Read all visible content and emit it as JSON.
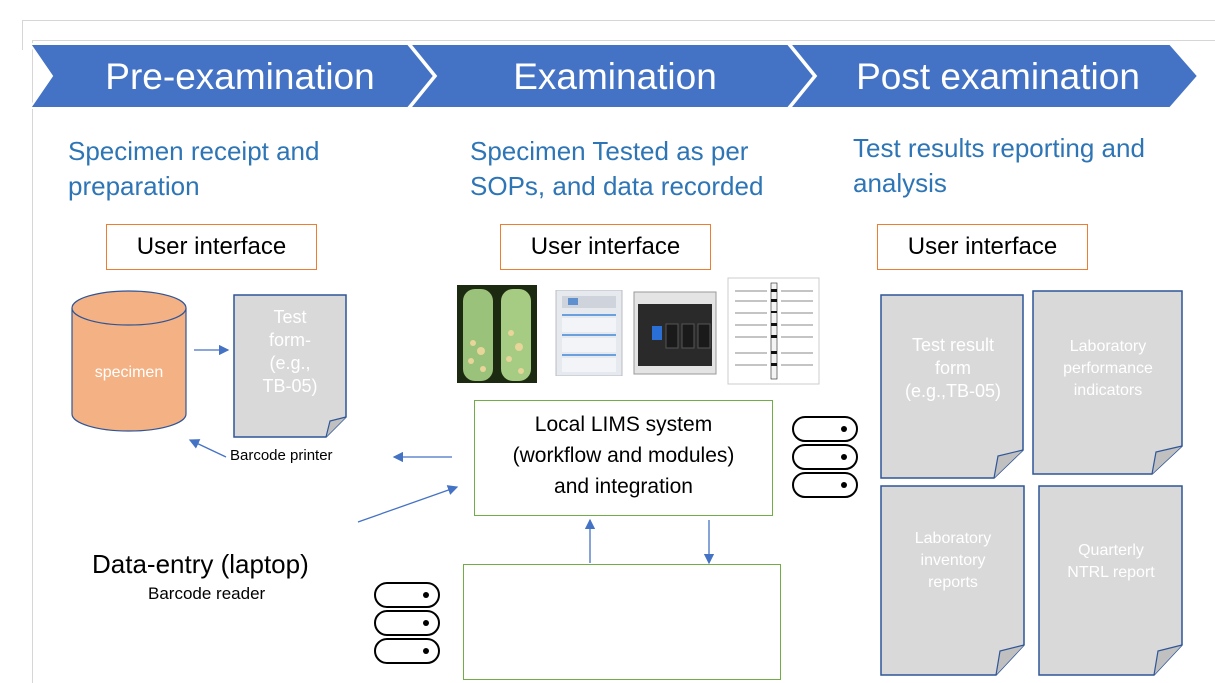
{
  "stages": [
    "Pre-examination",
    "Examination",
    "Post examination"
  ],
  "stage_titles": {
    "pre": [
      "Specimen receipt and",
      "preparation"
    ],
    "exam": [
      "Specimen Tested as per",
      "SOPs, and data recorded"
    ],
    "post": [
      "Test results reporting and",
      "analysis"
    ]
  },
  "user_interface_label": "User interface",
  "specimen_label": "specimen",
  "test_form": [
    "Test",
    "form-",
    "(e.g.,",
    "TB-05)"
  ],
  "barcode_printer": "Barcode printer",
  "data_entry": "Data-entry (laptop)",
  "barcode_reader": "Barcode reader",
  "lims": [
    "Local LIMS system",
    "(workflow and modules)",
    "and integration"
  ],
  "post_docs": {
    "test_result": [
      "Test result",
      "form",
      "(e.g.,TB-05)"
    ],
    "performance": [
      "Laboratory",
      "performance",
      "indicators"
    ],
    "inventory": [
      "Laboratory",
      "inventory",
      "reports"
    ],
    "ntrl": [
      "Quarterly",
      "NTRL report"
    ]
  },
  "colors": {
    "chevron": "#4472c4",
    "stage_title": "#2e75b6",
    "ui_border": "#ed7d31",
    "specimen_fill": "#f4b183",
    "doc_fill": "#d9d9d9",
    "doc_border": "#2f5597",
    "lims_border": "#70ad47",
    "arrow": "#4472c4"
  },
  "icons": [
    "database-icon",
    "document-icon",
    "culture-tubes-image",
    "analyzer-image",
    "genexpert-image",
    "line-probe-strip-image"
  ]
}
